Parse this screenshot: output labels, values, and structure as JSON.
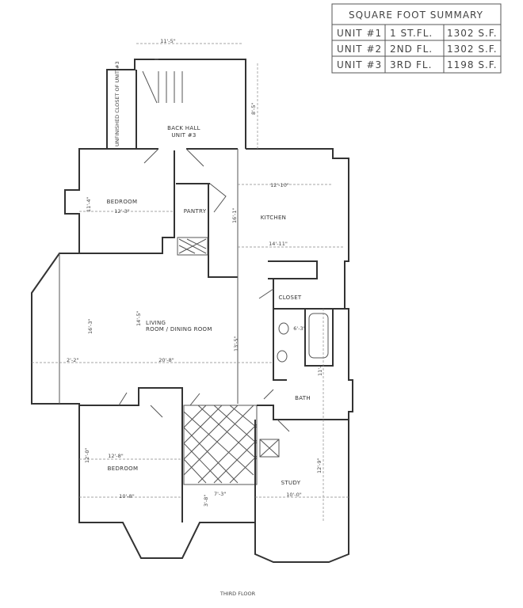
{
  "summary_table": {
    "title": "SQUARE FOOT SUMMARY",
    "rows": [
      {
        "unit": "UNIT #1",
        "floor": "1 ST.FL.",
        "area": "1302 S.F."
      },
      {
        "unit": "UNIT #2",
        "floor": "2ND FL.",
        "area": "1302 S.F."
      },
      {
        "unit": "UNIT #3",
        "floor": "3RD FL.",
        "area": "1198 S.F."
      }
    ]
  },
  "rooms": {
    "back_hall": "BACK HALL",
    "back_hall_unit": "UNIT #3",
    "unfinished_closet": "UNFINISHED CLOSET OF UNIT #3",
    "bedroom_1": "BEDROOM",
    "pantry": "PANTRY",
    "kitchen": "KITCHEN",
    "closet": "CLOSET",
    "living_1": "LIVING",
    "living_2": "ROOM / DINING ROOM",
    "bath": "BATH",
    "bedroom_2": "BEDROOM",
    "study": "STUDY"
  },
  "dimensions": {
    "back_hall_width": "11'-5\"",
    "back_hall_depth": "8'-5\"",
    "bedroom_1_width": "12'-3\"",
    "bedroom_1_depth": "11'-4\"",
    "kitchen_width_top": "12'-10\"",
    "kitchen_width_bottom": "14'-11\"",
    "kitchen_depth": "16'-1\"",
    "living_depth_left": "16'-3\"",
    "living_depth_mid": "14'-5\"",
    "living_depth_right": "13'-5\"",
    "bay_depth": "2'-2\"",
    "living_width": "20'-8\"",
    "bath_width": "6'-3\"",
    "bath_depth": "11'-",
    "bedroom_2_width_top": "12'-8\"",
    "bedroom_2_width_bottom": "10'-8\"",
    "bedroom_2_depth": "12'-0\"",
    "study_width": "10'-0\"",
    "study_depth": "12'-9\"",
    "hall_width": "7'-3\"",
    "hall_depth": "3'-8\""
  },
  "floor_label": "THIRD FLOOR"
}
